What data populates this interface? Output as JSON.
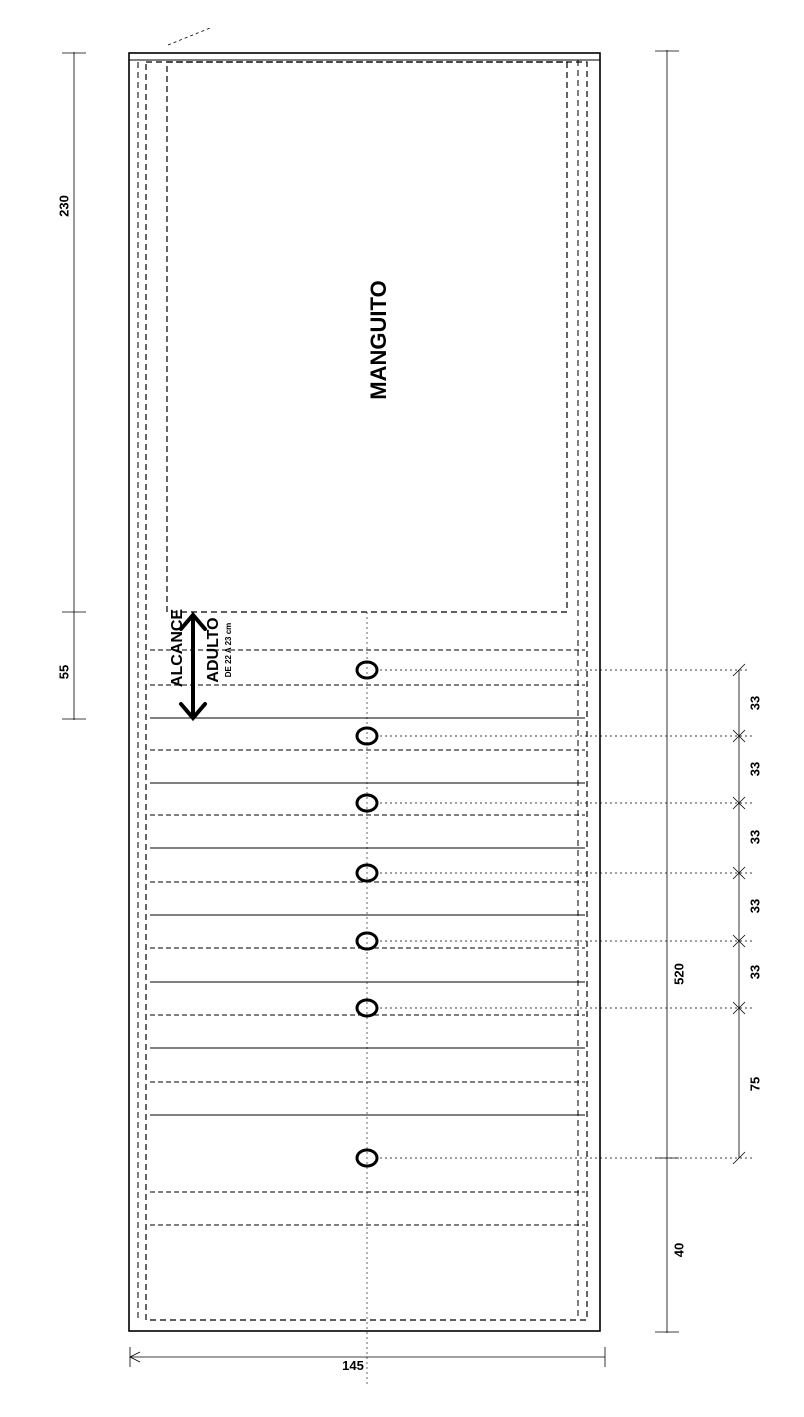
{
  "labels": {
    "manguito": "MANGUITO",
    "alcance": "ALCANCE",
    "adulto": "ADULTO",
    "range": "DE 22 A 23 cm"
  },
  "dimensions": {
    "left_top": "230",
    "left_bottom": "55",
    "right_total": "520",
    "right_bottom": "40",
    "width": "145",
    "spacing": [
      "33",
      "33",
      "33",
      "33",
      "33",
      "75"
    ]
  },
  "colors": {
    "ink": "#000000"
  }
}
